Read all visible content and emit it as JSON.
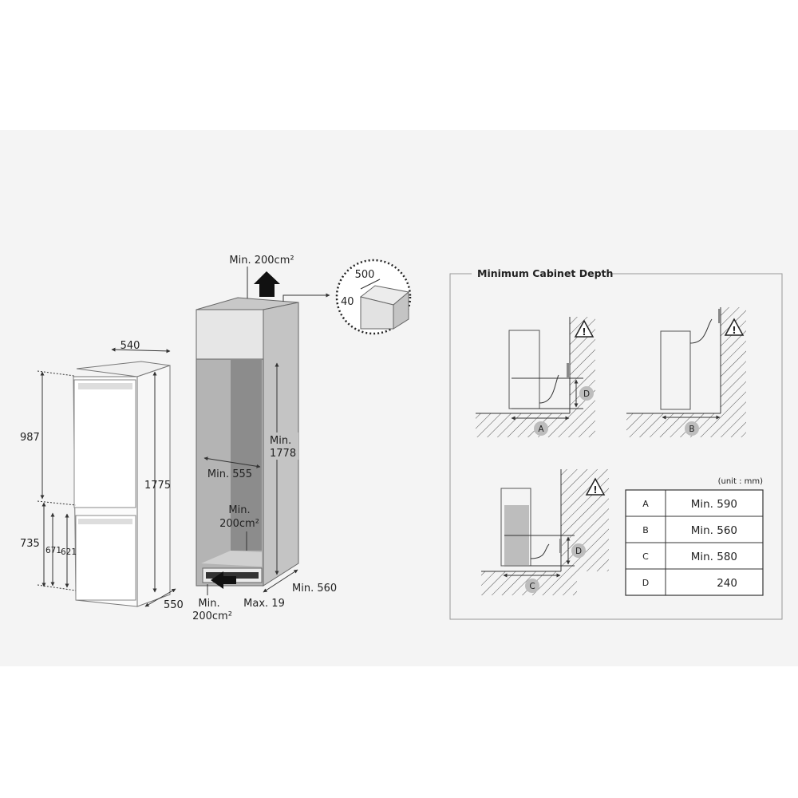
{
  "fridge": {
    "width": "540",
    "depth": "550",
    "height": "1775",
    "upper_door": "987",
    "lower_door": "735",
    "lower_inner_1": "671",
    "lower_inner_2": "621"
  },
  "cabinet": {
    "top_vent": "Min. 200cm²",
    "detail_width": "500",
    "detail_height": "40",
    "height_line1": "Min.",
    "height_line2": "1778",
    "width": "Min. 555",
    "rear_vent_line1": "Min.",
    "rear_vent_line2": "200cm²",
    "bottom_vent_line1": "Min.",
    "bottom_vent_line2": "200cm²",
    "plinth": "Max. 19",
    "depth": "Min. 560"
  },
  "depth_panel": {
    "title": "Minimum Cabinet Depth",
    "unit": "(unit : mm)",
    "markers": {
      "a": "A",
      "b": "B",
      "c": "C",
      "d": "D"
    },
    "rows": [
      {
        "key": "A",
        "value": "Min. 590"
      },
      {
        "key": "B",
        "value": "Min. 560"
      },
      {
        "key": "C",
        "value": "Min. 580"
      },
      {
        "key": "D",
        "value": "240"
      }
    ],
    "icons": [
      "warning-icon",
      "power-plug-icon"
    ]
  },
  "colors": {
    "background_band": "#f4f4f4",
    "line": "#333333",
    "cavity": "#a9a9a9",
    "marker": "#bdbdbd"
  }
}
